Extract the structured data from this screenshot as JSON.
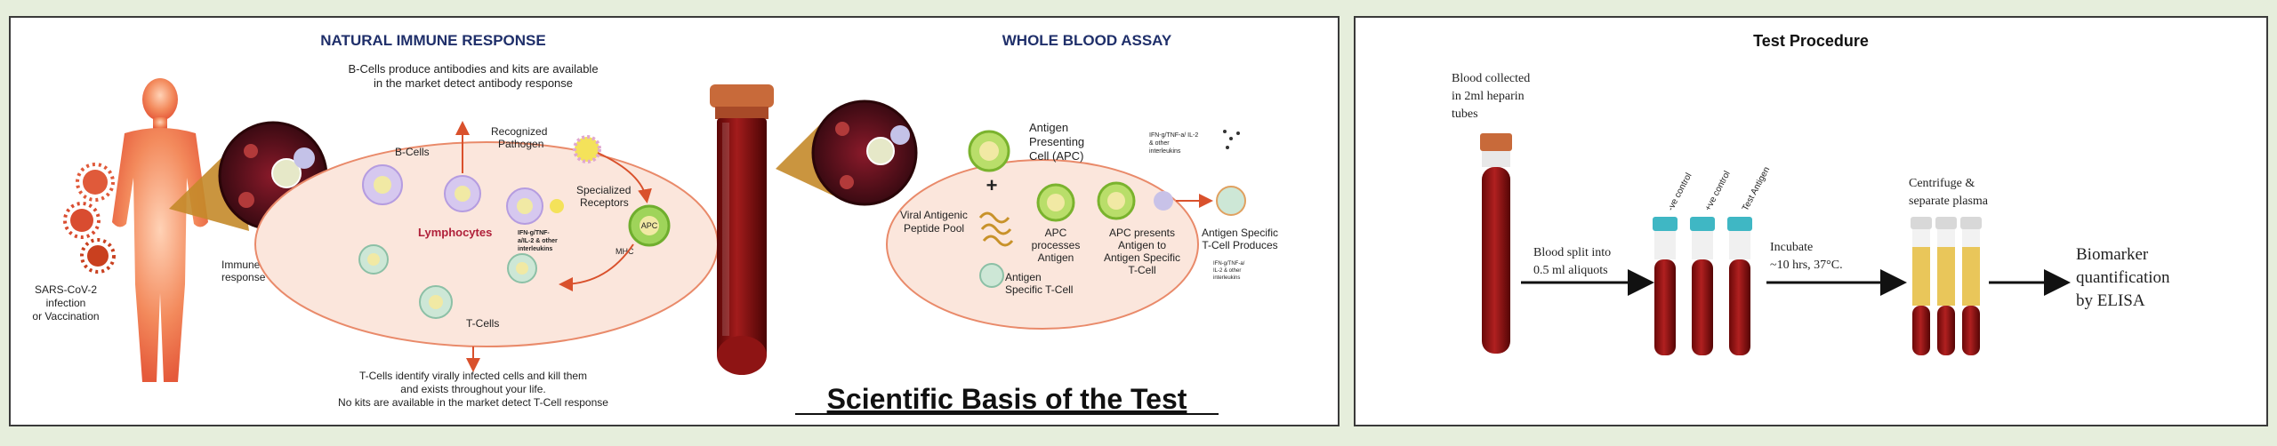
{
  "left": {
    "natural_title": "NATURAL IMMUNE RESPONSE",
    "whole_blood_title": "WHOLE BLOOD ASSAY",
    "b_cell_note_1": "B-Cells produce antibodies and kits are available",
    "b_cell_note_2": "in the market detect antibody response",
    "sars_1": "SARS-CoV-2",
    "sars_2": "infection",
    "sars_3": "or Vaccination",
    "immune_1": "Immune",
    "immune_2": "response",
    "b_cells": "B-Cells",
    "recognized_1": "Recognized",
    "recognized_2": "Pathogen",
    "specialized_1": "Specialized",
    "specialized_2": "Receptors",
    "lymphocytes": "Lymphocytes",
    "ifn_1": "IFN-g/TNF-",
    "ifn_2": "a/IL-2 & other",
    "ifn_3": "interleukins",
    "apc_badge": "APC",
    "mhc": "MHC",
    "t_cells": "T-Cells",
    "t_cell_note_1": "T-Cells identify virally infected cells and kill them",
    "t_cell_note_2": "and exists throughout your life.",
    "t_cell_note_3": "No kits are available in the market detect T-Cell response",
    "antigen_apc_1": "Antigen",
    "antigen_apc_2": "Presenting",
    "antigen_apc_3": "Cell (APC)",
    "viral_pool_1": "Viral Antigenic",
    "viral_pool_2": "Peptide Pool",
    "apc_proc_1": "APC",
    "apc_proc_2": "processes",
    "apc_proc_3": "Antigen",
    "apc_pres_1": "APC presents",
    "apc_pres_2": "Antigen to",
    "apc_pres_3": "Antigen Specific",
    "apc_pres_4": "T-Cell",
    "ag_tcell_1": "Antigen",
    "ag_tcell_2": "Specific T-Cell",
    "ag_prod_1": "Antigen Specific",
    "ag_prod_2": "T-Cell Produces",
    "ifn_top_1": "IFN-g/TNF-a/ IL-2",
    "ifn_top_2": "& other",
    "ifn_top_3": "interleukins",
    "ifn_small_1": "IFN-g/TNF-a/",
    "ifn_small_2": "IL-2 & other",
    "ifn_small_3": "interleukins",
    "basis_title": "Scientific Basis of the Test"
  },
  "right": {
    "title": "Test Procedure",
    "collected_1": "Blood collected",
    "collected_2": "in   2ml heparin",
    "collected_3": "tubes",
    "split_1": "Blood split into",
    "split_2": "0.5 ml aliquots",
    "tube_label_1": "-ve control",
    "tube_label_2": "+ve control",
    "tube_label_3": "Test Antigen",
    "incubate_1": "Incubate",
    "incubate_2": "~10 hrs, 37°C.",
    "centrifuge_1": "Centrifuge &",
    "centrifuge_2": "separate  plasma",
    "bio_1": "Biomarker",
    "bio_2": "quantification",
    "bio_3": "by ELISA"
  },
  "colors": {
    "title_navy": "#1f2f6a",
    "blood_red": "#8e1414",
    "ellipse_fill": "#fbe6dc",
    "body_orange": "#f07a4a",
    "cap_teal": "#3fb7c4",
    "plasma_yellow": "#e9c65a"
  }
}
